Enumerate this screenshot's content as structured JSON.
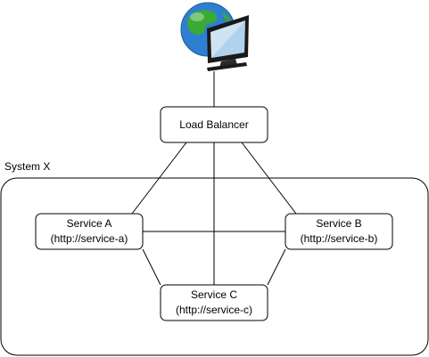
{
  "colors": {
    "line": "#000000",
    "background": "#ffffff",
    "globe_ocean": "#2f7fd0",
    "globe_land": "#3aa935",
    "monitor_frame": "#1a1a1a",
    "monitor_screen": "#cfe3f3"
  },
  "client": {
    "icon": "globe-monitor-icon"
  },
  "load_balancer": {
    "label": "Load Balancer"
  },
  "group": {
    "label": "System X"
  },
  "services": {
    "a": {
      "name": "Service A",
      "url": "(http://service-a)"
    },
    "b": {
      "name": "Service B",
      "url": "(http://service-b)"
    },
    "c": {
      "name": "Service C",
      "url": "(http://service-c)"
    }
  }
}
